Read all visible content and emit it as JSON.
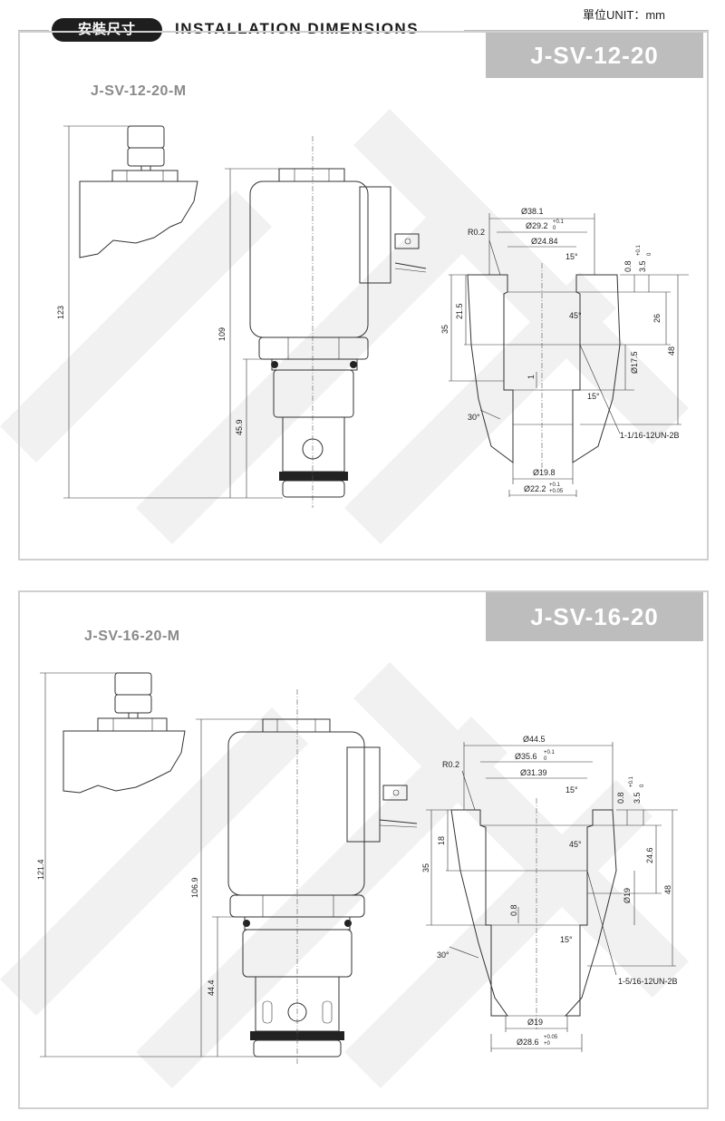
{
  "header": {
    "badge": "安裝尺寸",
    "title": "INSTALLATION DIMENSIONS",
    "unit": "單位UNIT：mm"
  },
  "sections": [
    {
      "model": "J-SV-12-20",
      "sub_model": "J-SV-12-20-M",
      "valve_dims": {
        "total": "123",
        "body": "109",
        "cartridge": "45.9"
      },
      "cavity_dims": {
        "d1": "Ø38.1",
        "d2": "Ø29.2",
        "d2_tol_up": "+0.1",
        "d2_tol_dn": "0",
        "d3": "Ø24.84",
        "radius": "R0.2",
        "angle_top": "15°",
        "depth_a": "0.8",
        "depth_b": "3.5",
        "depth_b_tol_up": "+0.1",
        "depth_b_tol_dn": "0",
        "h1": "21.5",
        "h2": "35",
        "h3": "26",
        "h4": "48",
        "angle_mid": "45°",
        "d4": "Ø17.5",
        "step": "1",
        "angle_low": "15°",
        "angle_bottom": "30°",
        "thread": "1-1/16-12UN-2B",
        "d5": "Ø19.8",
        "d6": "Ø22.2",
        "d6_tol_up": "+0.1",
        "d6_tol_dn": "+0.05"
      }
    },
    {
      "model": "J-SV-16-20",
      "sub_model": "J-SV-16-20-M",
      "valve_dims": {
        "total": "121.4",
        "body": "106.9",
        "cartridge": "44.4"
      },
      "cavity_dims": {
        "d1": "Ø44.5",
        "d2": "Ø35.6",
        "d2_tol_up": "+0.1",
        "d2_tol_dn": "0",
        "d3": "Ø31.39",
        "radius": "R0.2",
        "angle_top": "15°",
        "depth_a": "0.8",
        "depth_b": "3.5",
        "depth_b_tol_up": "+0.1",
        "depth_b_tol_dn": "0",
        "h1": "18",
        "h2": "35",
        "h3": "24.6",
        "h4": "48",
        "angle_mid": "45°",
        "d4": "Ø19",
        "step": "0.8",
        "angle_low": "15°",
        "angle_bottom": "30°",
        "thread": "1-5/16-12UN-2B",
        "d5": "Ø19",
        "d6": "Ø28.6",
        "d6_tol_up": "+0.05",
        "d6_tol_dn": "+0"
      }
    }
  ],
  "colors": {
    "frame": "#cfcfcf",
    "model_box": "#bdbdbd",
    "badge": "#1e1e1e",
    "watermark": "#f1f1f1"
  }
}
